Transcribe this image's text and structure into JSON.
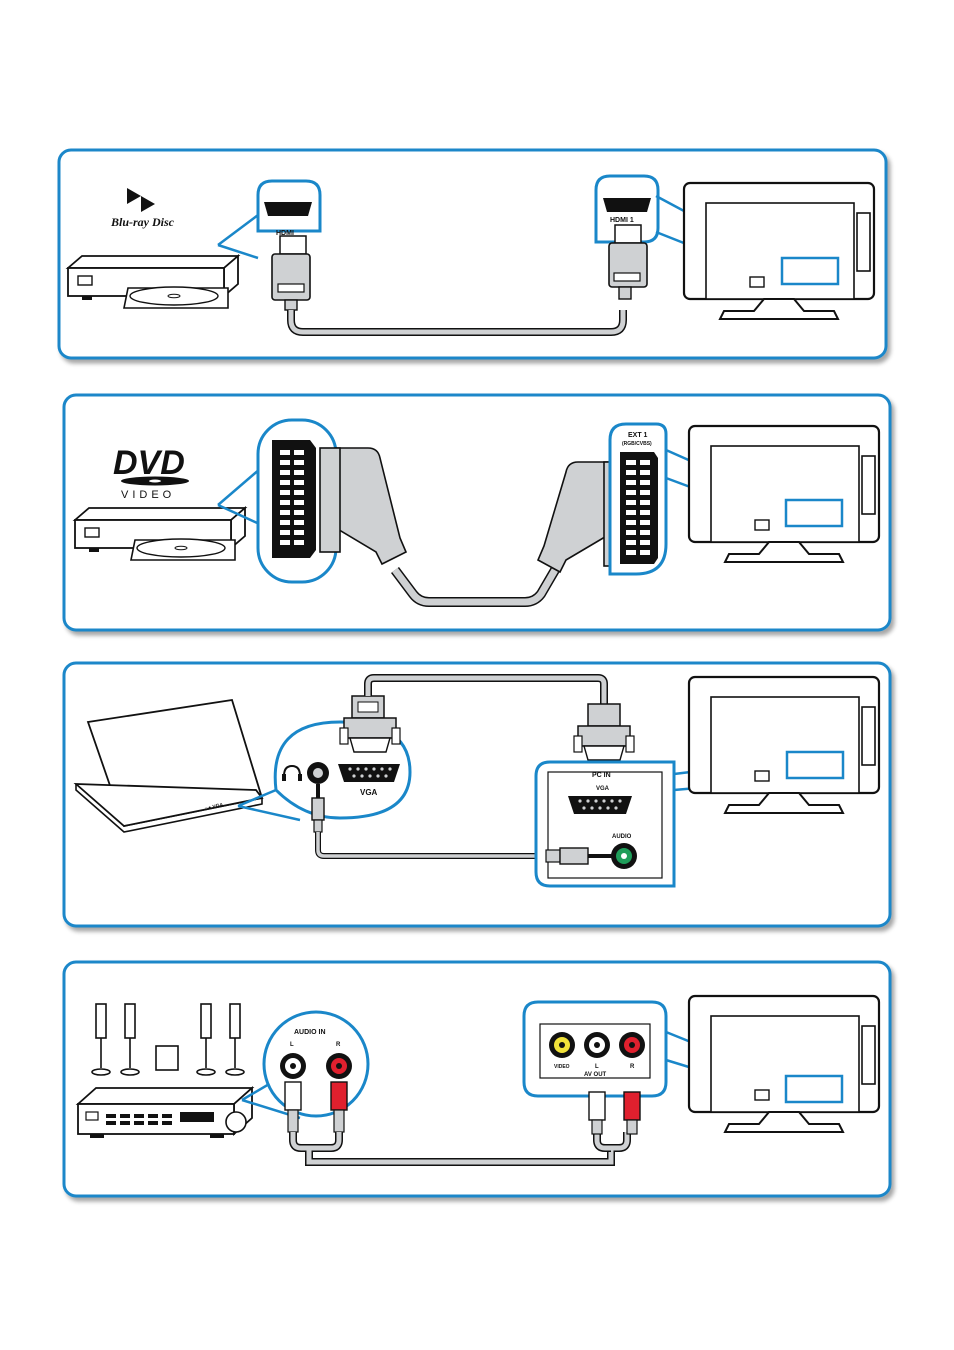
{
  "panel1": {
    "logo_text": "Blu-ray Disc",
    "source_port_label": "HDMI",
    "tv_port_label": "HDMI 1"
  },
  "panel2": {
    "logo_text": "DVD",
    "logo_sub": "VIDEO",
    "tv_port_label": "EXT 1",
    "tv_port_sub": "(RGB/CVBS)"
  },
  "panel3": {
    "laptop_port_label": "VGA",
    "laptop_edge_label": "∩● VGA",
    "tv_group_label": "PC IN",
    "tv_vga_label": "VGA",
    "tv_audio_label": "AUDIO"
  },
  "panel4": {
    "source_group_label": "AUDIO IN",
    "source_l": "L",
    "source_r": "R",
    "tv_video": "VIDEO",
    "tv_l": "L",
    "tv_r": "R",
    "tv_group_label": "AV OUT"
  },
  "colors": {
    "panel_border": "#1a87c9",
    "cable": "#cfd1d3",
    "rca_red": "#e0202e",
    "rca_yellow": "#f1e23a",
    "rca_green": "#1f9e5a"
  }
}
